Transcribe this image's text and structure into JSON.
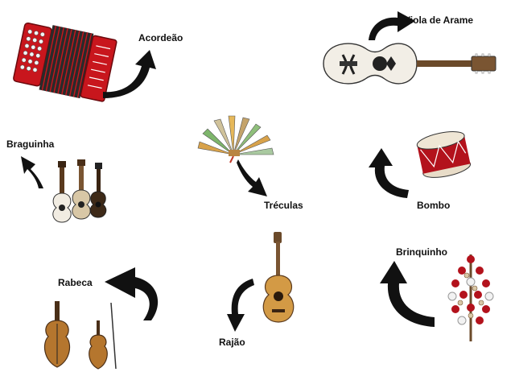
{
  "labels": {
    "acordeao": "Acordeão",
    "viola": "Viola de Arame",
    "braguinha": "Braguinha",
    "treculas": "Tréculas",
    "bombo": "Bombo",
    "rabeca": "Rabeca",
    "brinquinho": "Brinquinho",
    "rajao": "Rajão"
  },
  "colors": {
    "arrow": "#111111",
    "accordion_red": "#c8161d",
    "wood": "#c98a3a",
    "drum_red": "#b3121c"
  },
  "icons": [
    "accordion-icon",
    "viola-de-arame-icon",
    "braguinha-icon",
    "treculas-icon",
    "bombo-icon",
    "rabeca-icon",
    "brinquinho-icon",
    "rajao-icon",
    "arrow-icon"
  ]
}
